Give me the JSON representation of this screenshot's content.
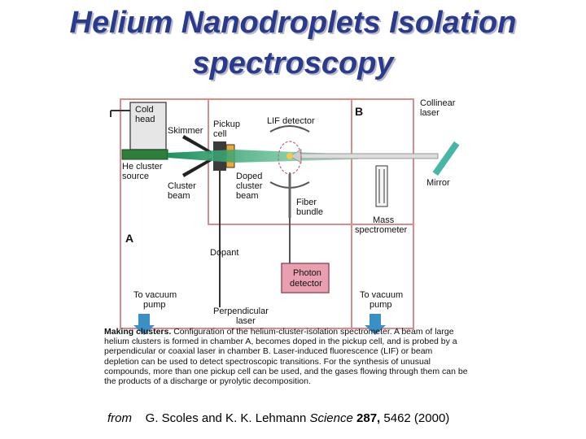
{
  "slide": {
    "title_line1": "Helium Nanodroplets Isolation",
    "title_line2": "spectroscopy"
  },
  "figure": {
    "chamber_labels": {
      "a": "A",
      "b": "B"
    },
    "labels": {
      "cold_head_1": "Cold",
      "cold_head_2": "head",
      "skimmer": "Skimmer",
      "pickup_1": "Pickup",
      "pickup_2": "cell",
      "lif": "LIF detector",
      "collinear_1": "Collinear",
      "collinear_2": "laser",
      "he_source_1": "He cluster",
      "he_source_2": "source",
      "cluster_beam_1": "Cluster",
      "cluster_beam_2": "beam",
      "doped_1": "Doped",
      "doped_2": "cluster",
      "doped_3": "beam",
      "fiber_1": "Fiber",
      "fiber_2": "bundle",
      "mirror": "Mirror",
      "mass_1": "Mass",
      "mass_2": "spectrometer",
      "dopant": "Dopant",
      "photon_1": "Photon",
      "photon_2": "detector",
      "vacuum_left_1": "To vacuum",
      "vacuum_left_2": "pump",
      "vacuum_right_1": "To vacuum",
      "vacuum_right_2": "pump",
      "perp_1": "Perpendicular",
      "perp_2": "laser"
    },
    "caption_title": "Making clusters.",
    "caption_body": "Configuration of the helium-cluster-isolation spectrometer. A beam of large helium clusters is formed in chamber A, becomes doped in the pickup cell, and is probed by a perpendicular or coaxial laser in chamber B. Laser-induced fluorescence (LIF) or beam depletion can be used to detect spectroscopic transitions. For the synthesis of unusual compounds, more than one pickup cell can be used, and the gases flowing through them can be the products of a discharge or pyrolytic decomposition."
  },
  "citation": {
    "prefix": "from",
    "authors": "G. Scoles and K. K. Lehmann",
    "journal": "Science",
    "volume": "287,",
    "pages_year": "5462 (2000)"
  },
  "colors": {
    "title": "#2a3a8c",
    "chamber_outline": "#d88c8c",
    "beam_green": "#2fae7a",
    "arrow_blue": "#3a8fc4",
    "photon_box": "#e8a0b0"
  }
}
